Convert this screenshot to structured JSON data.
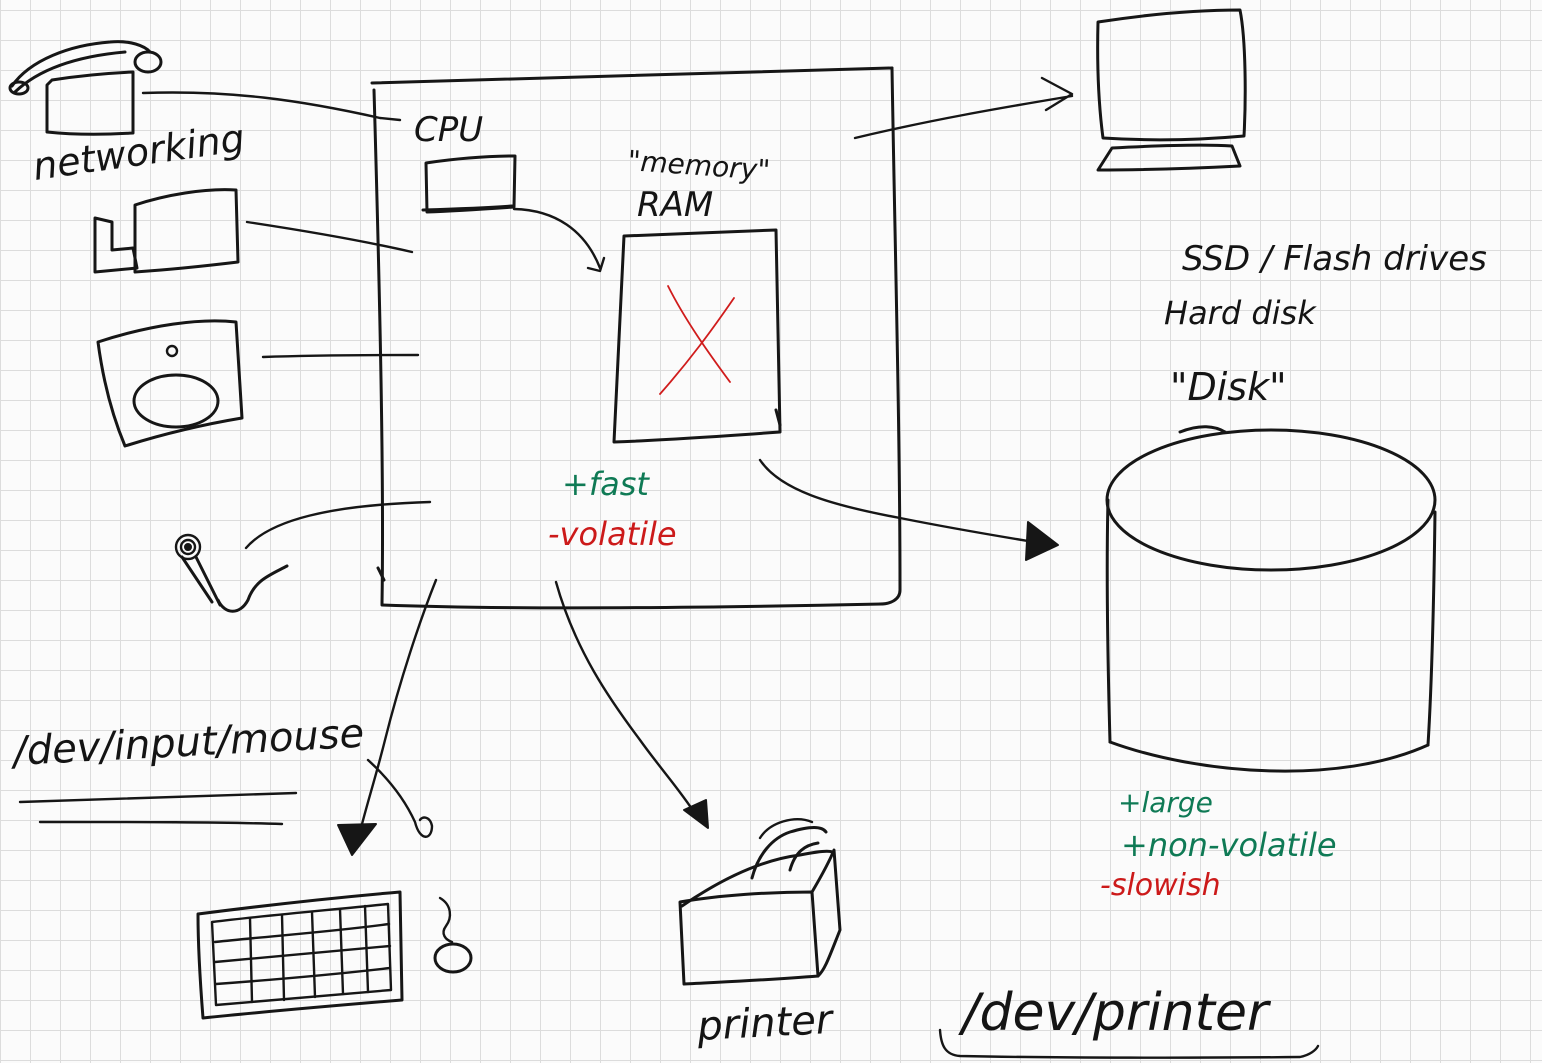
{
  "labels": {
    "networking": "networking",
    "cpu": "CPU",
    "memory": "\"memory\"",
    "ram": "RAM",
    "ram_pro": "+fast",
    "ram_con": "-volatile",
    "disk_line1": "SSD / Flash drives",
    "disk_line2": "Hard disk",
    "disk_line3": "\"Disk\"",
    "disk_pro1": "+large",
    "disk_pro2": "+non-volatile",
    "disk_con": "-slowish",
    "mouse_path": "/dev/input/mouse",
    "printer": "printer",
    "printer_path": "/dev/printer"
  },
  "colors": {
    "ink": "#161616",
    "pro": "#0f7a55",
    "con": "#cc1a1a",
    "grid": "#dcdcdc",
    "paper": "#fbfbfb"
  },
  "icons": [
    "telephone-icon",
    "camera-icon",
    "speaker-icon",
    "microphone-icon",
    "monitor-icon",
    "disk-cylinder-icon",
    "keyboard-icon",
    "mouse-icon",
    "printer-icon"
  ]
}
